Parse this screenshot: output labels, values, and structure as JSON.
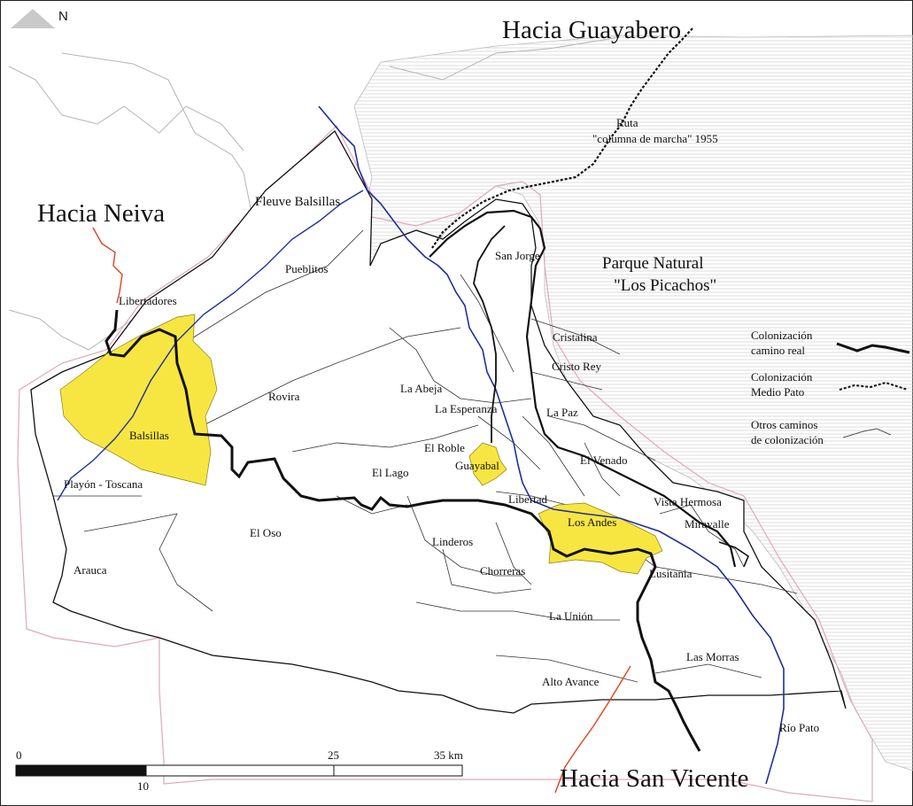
{
  "north_label": "N",
  "directions": {
    "guayabero": "Hacia Guayabero",
    "neiva": "Hacia Neiva",
    "san_vicente": "Hacia San Vicente"
  },
  "features": {
    "ruta_line1": "Ruta",
    "ruta_line2": "\"columna de marcha\" 1955",
    "park_line1": "Parque Natural",
    "park_line2": "\"Los Picachos\"",
    "river_balsillas": "Fleuve Balsillas",
    "river_pato": "Río Pato"
  },
  "places": {
    "libertadores": "Libertadores",
    "pueblitos": "Pueblitos",
    "balsillas": "Balsillas",
    "rovira": "Rovira",
    "playon": "Playón - Toscana",
    "arauca": "Arauca",
    "el_oso": "El Oso",
    "la_abeja": "La Abeja",
    "la_esperanza": "La Esperanza",
    "el_roble": "El Roble",
    "el_lago": "El Lago",
    "guayabal": "Guayabal",
    "san_jorge": "San Jorge",
    "cristalina": "Cristalina",
    "cristo_rey": "Cristo Rey",
    "la_paz": "La Paz",
    "el_venado": "El Venado",
    "vista_hermosa": "Vista Hermosa",
    "miravalle": "Miravalle",
    "libertad": "Libertad",
    "los_andes": "Los Andes",
    "linderos": "Linderos",
    "chorreras": "Chorreras",
    "lusitania": "Lusitania",
    "la_union": "La Unión",
    "las_morras": "Las Morras",
    "alto_avance": "Alto Avance"
  },
  "legend": {
    "real_line1": "Colonización",
    "real_line2": "camino real",
    "medio_line1": "Colonización",
    "medio_line2": "Medio Pato",
    "otros_line1": "Otros caminos",
    "otros_line2": "de colonización"
  },
  "scale": {
    "t0": "0",
    "t10": "10",
    "t25": "25",
    "t35": "35 km"
  },
  "colors": {
    "settlement_fill": "#f7e642",
    "camino_real": "#111111",
    "river": "#1f2f9a",
    "road_to_town": "#e2411c",
    "region_outline": "#e0a8b8",
    "park_hatch": "#bdbdbd"
  }
}
